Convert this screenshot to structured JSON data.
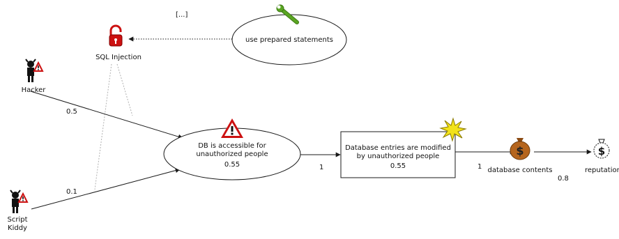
{
  "diagram": {
    "ellipsis": "[...]",
    "vulnerability": {
      "label": "SQL Injection"
    },
    "control": {
      "label": "use prepared statements"
    },
    "threats": [
      {
        "label": "Hacker",
        "probability": "0.5"
      },
      {
        "label": "Script Kiddy",
        "probability": "0.1"
      }
    ],
    "threat_scenario": {
      "label": "DB is accessible for unauthorized people",
      "likelihood": "0.55"
    },
    "unwanted_incident": {
      "label": "Database entries are modified by unauthorized people",
      "likelihood": "0.55"
    },
    "scenario_to_incident": "1",
    "assets": [
      {
        "label": "database contents",
        "consequence": "1"
      },
      {
        "label": "reputation",
        "consequence": "0.8"
      }
    ]
  },
  "colors": {
    "line": "#1a1a1a",
    "dotted_line": "#b0b0b0",
    "lock_red": "#cc1111",
    "wrench_green": "#5aa522",
    "money_bag": "#b5651d",
    "explosion": "#f2e21a",
    "warning_red": "#cc1111"
  }
}
